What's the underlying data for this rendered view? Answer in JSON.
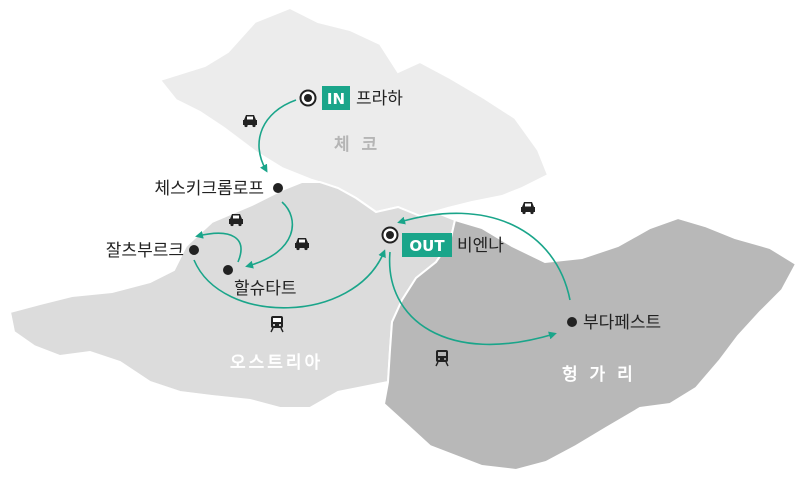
{
  "colors": {
    "czech": "#ececec",
    "austria": "#dcdcdc",
    "hungary": "#b8b8b8",
    "border": "#ffffff",
    "route": "#1aa58a",
    "badge": "#1aa58a",
    "czech_label": "#b5b5b5",
    "country_label": "#ffffff",
    "city_dot": "#222222"
  },
  "countries": {
    "czech": "체 코",
    "austria": "오스트리아",
    "hungary": "헝 가 리"
  },
  "badges": {
    "in": "IN",
    "out": "OUT"
  },
  "cities": {
    "prague": "프라하",
    "cesky_krumlov": "체스키크롬로프",
    "salzburg": "잘츠부르크",
    "hallstatt": "할슈타트",
    "vienna": "비엔나",
    "budapest": "부다페스트"
  },
  "icons": {
    "car": "car-icon",
    "train": "train-icon"
  }
}
